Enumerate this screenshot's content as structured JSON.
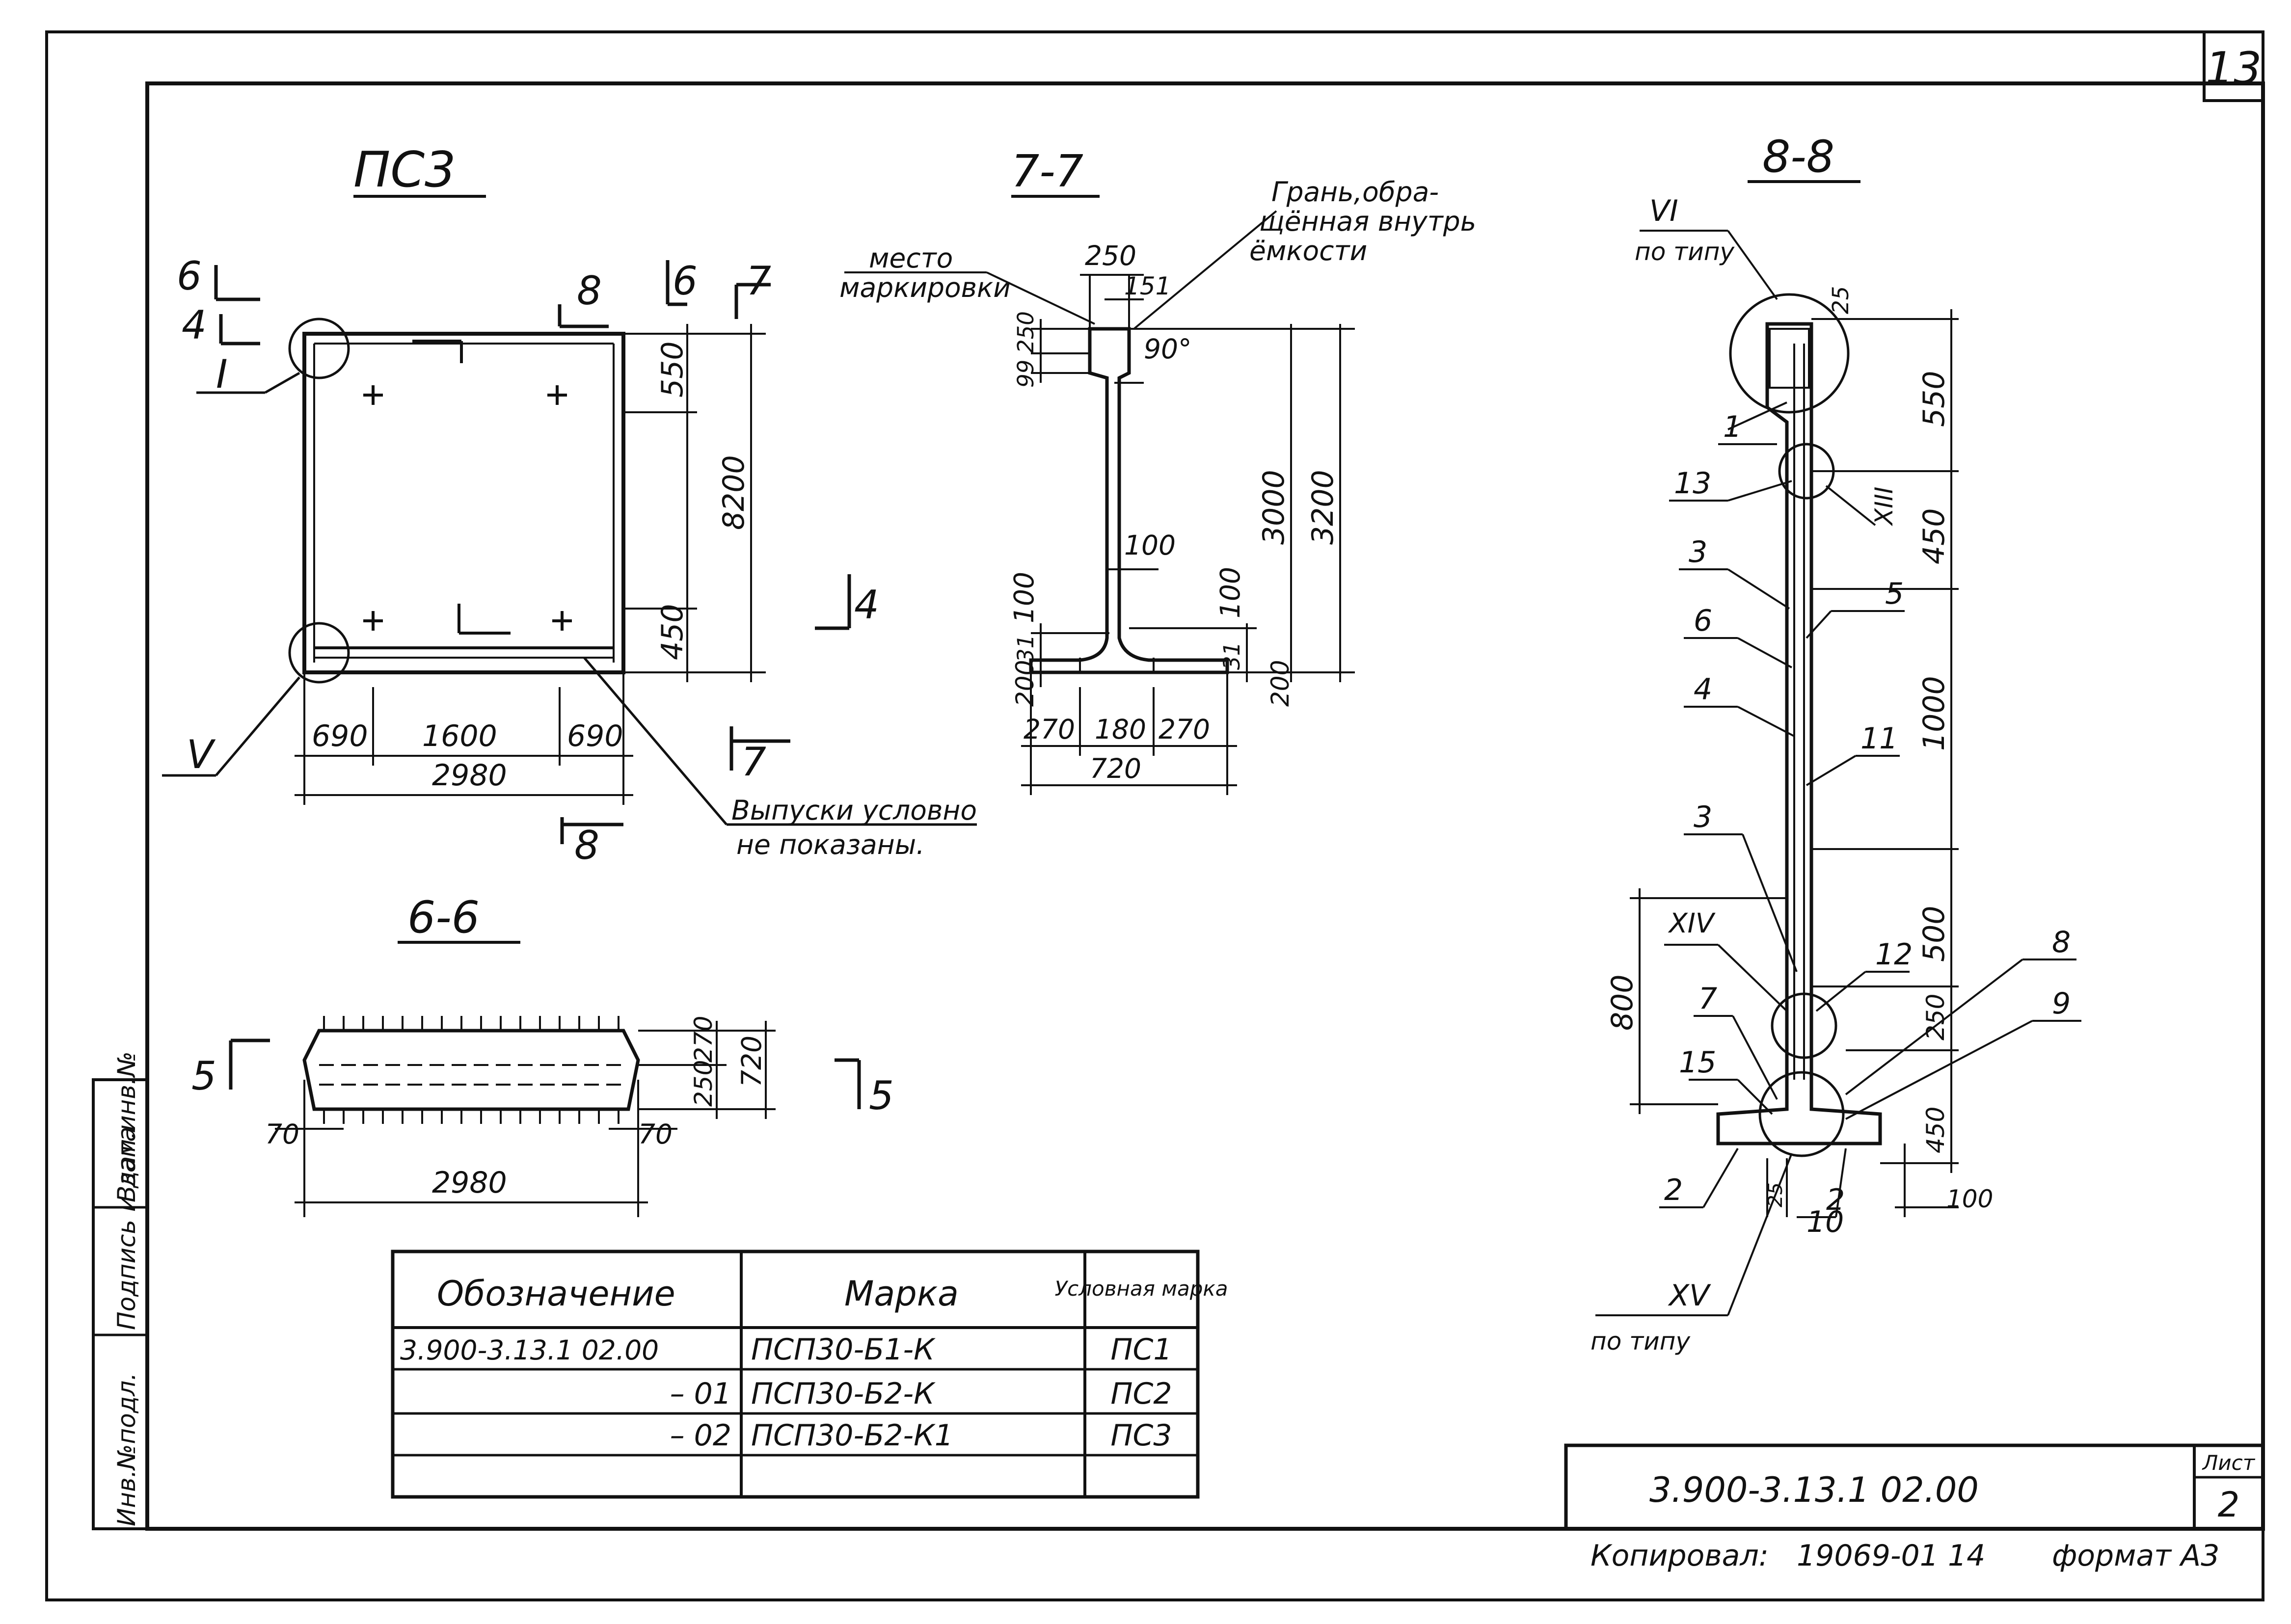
{
  "sheet": {
    "corner_number": "13",
    "copied_by": "Копировал:",
    "copy_number": "19069-01 14",
    "format": "формат А3"
  },
  "side_stamp": [
    "Инв.№подл.",
    "Подпись и дата",
    "Взам.инв.№"
  ],
  "views": {
    "main": {
      "title": "ПС3",
      "section_marks": {
        "s6": "6",
        "s4": "4",
        "s8": "8",
        "s6b": "6",
        "s7": "7",
        "s4b": "4",
        "s7b": "7",
        "s8b": "8"
      },
      "node_I": "I",
      "node_V": "V",
      "dims": {
        "h_top": "550",
        "h_total": "8200",
        "h_bot": "450",
        "w_left": "690",
        "w_mid": "1600",
        "w_right": "690",
        "w_total": "2980"
      },
      "note": [
        "Выпуски условно",
        "не показаны."
      ]
    },
    "s77": {
      "title": "7-7",
      "label_mark": [
        "место",
        "маркировки"
      ],
      "label_face": [
        "Грань,обра-",
        "щённая внутрь",
        "ёмкости"
      ],
      "dims": {
        "d250": "250",
        "d151": "151",
        "d250v": "250",
        "d99": "99",
        "deg": "90°",
        "d100": "100",
        "d100l": "100",
        "d100r": "100",
        "d31l": "31",
        "d31r": "31",
        "d200l": "200",
        "d200r": "200",
        "d3000": "3000",
        "d3200": "3200",
        "d270l": "270",
        "d180": "180",
        "d270r": "270",
        "d720": "720"
      }
    },
    "s66": {
      "title": "6-6",
      "mark5l": "5",
      "mark5r": "5",
      "dims": {
        "d270": "270",
        "d250": "250",
        "d720": "720",
        "d70l": "70",
        "d70r": "70",
        "d2980": "2980"
      }
    },
    "s88": {
      "title": "8-8",
      "node_VI": "VI",
      "node_VI_note": "по типу",
      "node_XIII": "XIII",
      "node_XIV": "XIV",
      "node_XV": "XV",
      "node_XV_note": "по типу",
      "dims": {
        "d25t": "25",
        "d550": "550",
        "d450": "450",
        "d1000": "1000",
        "d500": "500",
        "d250": "250",
        "d450b": "450",
        "d800": "800",
        "d100": "100",
        "d25b": "25"
      },
      "pos": {
        "p1": "1",
        "p13": "13",
        "p3a": "3",
        "p6": "6",
        "p4": "4",
        "p5": "5",
        "p11": "11",
        "p3b": "3",
        "p12": "12",
        "p8": "8",
        "p7": "7",
        "p15": "15",
        "p9": "9",
        "p2a": "2",
        "p2b": "2",
        "p10": "10"
      }
    }
  },
  "table": {
    "headers": [
      "Обозначение",
      "Марка",
      "Условная марка"
    ],
    "rows": [
      [
        "3.900-3.13.1  02.00",
        "ПСП30-Б1-К",
        "ПС1"
      ],
      [
        "– 01",
        "ПСП30-Б2-К",
        "ПС2"
      ],
      [
        "– 02",
        "ПСП30-Б2-К1",
        "ПС3"
      ],
      [
        "",
        "",
        ""
      ]
    ]
  },
  "title_block": {
    "code": "3.900-3.13.1  02.00",
    "sheet_label": "Лист",
    "sheet_no": "2"
  }
}
